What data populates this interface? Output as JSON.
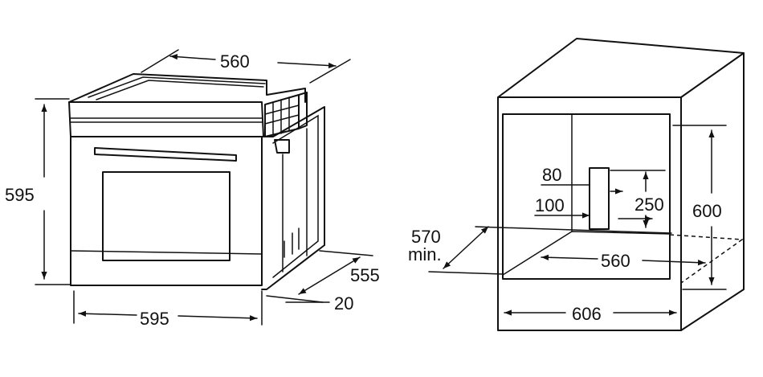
{
  "oven_dimensions": {
    "top_width": "560",
    "height": "595",
    "front_width": "595",
    "depth": "555",
    "door_depth": "20"
  },
  "cabinet_dimensions": {
    "min_depth_value": "570",
    "min_depth_suffix": "min.",
    "vent_width": "80",
    "vent_height": "250",
    "vent_offset": "100",
    "inner_width": "560",
    "inner_height": "600",
    "outer_width": "606"
  },
  "colors": {
    "line": "#111111",
    "background": "#ffffff"
  }
}
